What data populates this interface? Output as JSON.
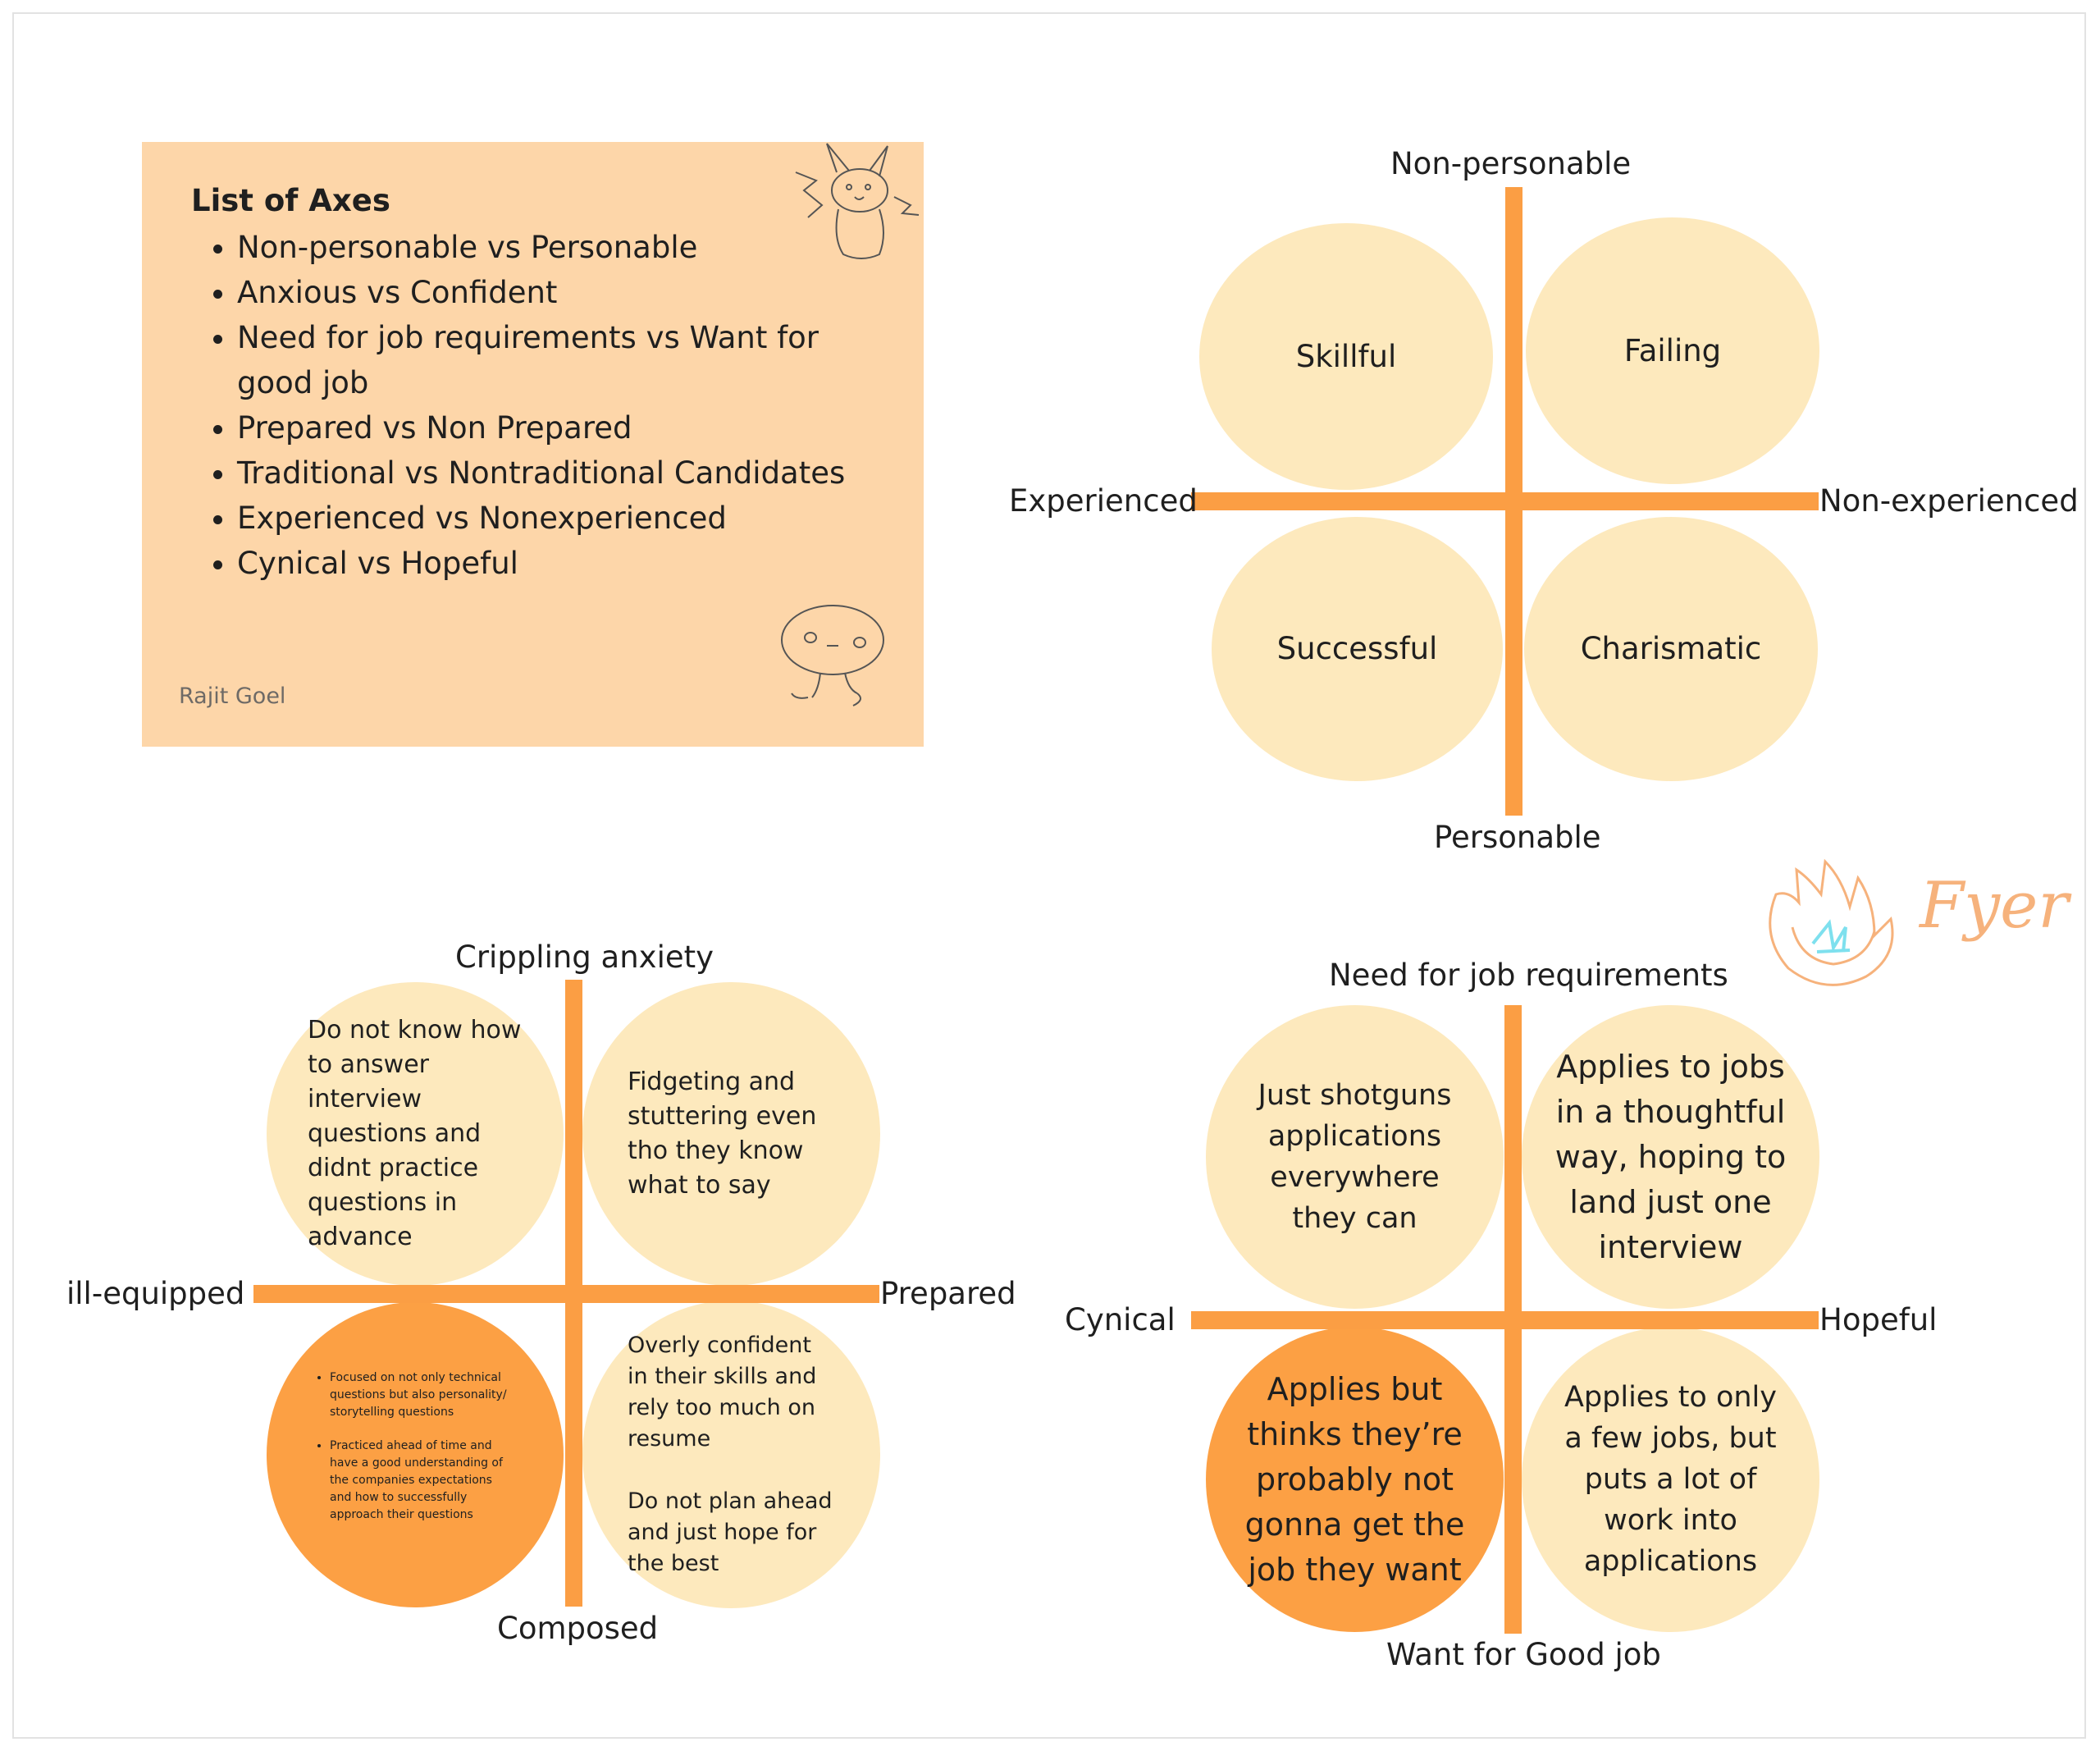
{
  "note": {
    "title": "List of Axes",
    "items": [
      "Non-personable vs Personable",
      "Anxious vs Confident",
      "Need for job requirements vs Want for good job",
      "Prepared vs Non Prepared",
      "Traditional vs Nontraditional Candidates",
      "Experienced vs Nonexperienced",
      "Cynical vs Hopeful"
    ],
    "author": "Rajit Goel"
  },
  "grid1": {
    "top": "Non-personable",
    "bottom": "Personable",
    "left": "Experienced",
    "right": "Non-experienced",
    "tl": "Skillful",
    "tr": "Failing",
    "bl": "Successful",
    "br": "Charismatic"
  },
  "grid2": {
    "top": "Crippling anxiety",
    "bottom": "Composed",
    "left": "ill-equipped",
    "right": "Prepared",
    "tl": "Do not know how to answer interview questions and didnt practice questions in advance",
    "tr": "Fidgeting and stuttering even tho they know what to say",
    "bl_items": [
      "Focused on not only technical questions but also personality/ storytelling questions",
      "Practiced ahead of time and have a good understanding of the companies expectations and how to successfully approach their questions"
    ],
    "br_a": "Overly confident in their skills and rely too much on resume",
    "br_b": "Do not plan ahead and just hope for the best"
  },
  "grid3": {
    "top": "Need for job requirements",
    "bottom": "Want for Good job",
    "left": "Cynical",
    "right": "Hopeful",
    "tl": "Just shotguns applications everywhere they can",
    "tr": "Applies to jobs in a thoughtful way, hoping to land just one interview",
    "bl": "Applies but thinks they’re probably not gonna get the job they want",
    "br": "Applies to only a few jobs, but puts a lot of work into applications"
  },
  "doodle": {
    "fyer_text": "Fyer"
  },
  "colors": {
    "note_bg": "#fdd6a9",
    "axis": "#fb9e44",
    "circle_light": "#fde9bd",
    "circle_dark": "#fca044"
  }
}
